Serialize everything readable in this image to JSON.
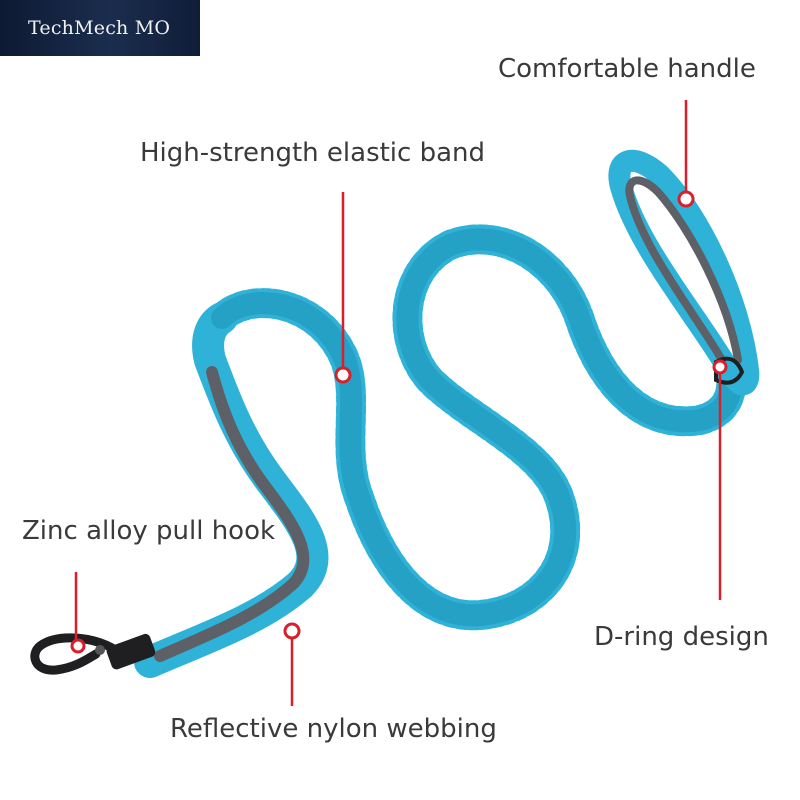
{
  "watermark": {
    "text": "TechMech MO"
  },
  "callouts": {
    "handle": "Comfortable handle",
    "elastic": "High-strength elastic band",
    "hook": "Zinc alloy pull hook",
    "dring": "D-ring design",
    "webbing": "Reflective nylon webbing"
  },
  "colors": {
    "leash": "#2fb2d8",
    "leash_dark": "#1e93b8",
    "padding": "#5d6066",
    "callout_line": "#d81f2a",
    "hardware": "#1f1f22"
  }
}
